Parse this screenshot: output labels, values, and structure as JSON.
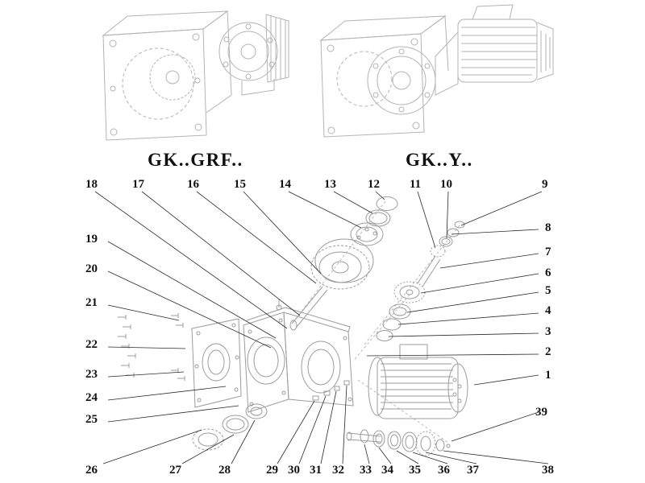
{
  "titles": {
    "left_variant": "GK..GRF..",
    "right_variant": "GK..Y.."
  },
  "part_numbers": [
    "1",
    "2",
    "3",
    "4",
    "5",
    "6",
    "7",
    "8",
    "9",
    "10",
    "11",
    "12",
    "13",
    "14",
    "15",
    "16",
    "17",
    "18",
    "19",
    "20",
    "21",
    "22",
    "23",
    "24",
    "25",
    "26",
    "27",
    "28",
    "29",
    "30",
    "31",
    "32",
    "33",
    "34",
    "35",
    "36",
    "37",
    "38",
    "39"
  ],
  "diagram": {
    "type": "exploded-parts-diagram",
    "subject": "helical-bevel gear reducer with motor",
    "line_color": "#b3b3b3",
    "leader_color": "#2a2a2a",
    "text_color": "#111111"
  }
}
